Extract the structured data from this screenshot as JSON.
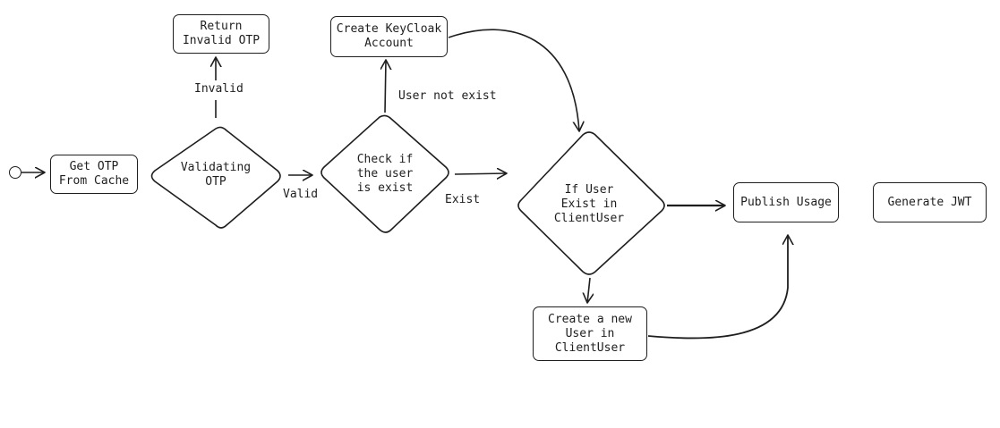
{
  "nodes": {
    "get_otp": "Get OTP\nFrom Cache",
    "validating_otp": "Validating\nOTP",
    "return_invalid": "Return\nInvalid OTP",
    "check_user": "Check if\nthe user\nis exist",
    "create_keycloak": "Create KeyCloak\nAccount",
    "if_user_exist": "If User\nExist in\nClientUser",
    "create_new_user": "Create a new\nUser in\nClientUser",
    "publish_usage": "Publish Usage",
    "generate_jwt": "Generate JWT"
  },
  "edges": {
    "invalid": "Invalid",
    "valid": "Valid",
    "user_not_exist": "User not exist",
    "exist": "Exist"
  },
  "colors": {
    "stroke": "#1e1e1e",
    "background": "#ffffff"
  }
}
